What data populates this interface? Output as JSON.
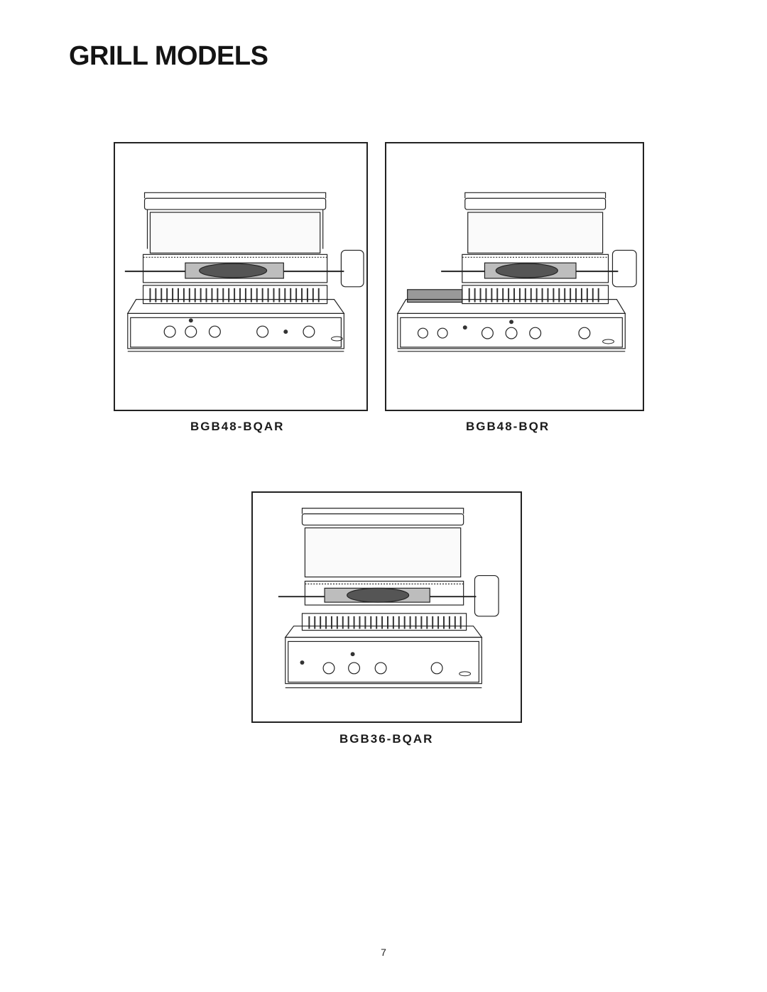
{
  "page": {
    "title": "GRILL MODELS",
    "page_number": "7"
  },
  "models": [
    {
      "name": "BGB48-BQAR"
    },
    {
      "name": "BGB48-BQR"
    },
    {
      "name": "BGB36-BQAR"
    }
  ]
}
